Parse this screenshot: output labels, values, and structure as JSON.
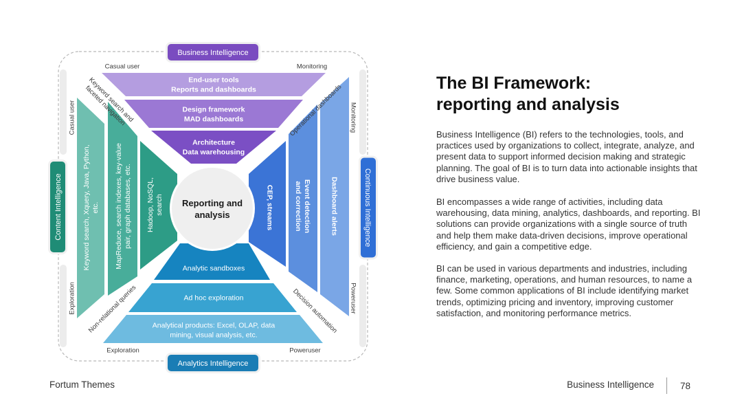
{
  "slide": {
    "title_line1": "The BI Framework:",
    "title_line2": "reporting and analysis",
    "paragraphs": [
      "Business Intelligence (BI) refers to the technologies, tools, and practices used by organizations to collect, integrate, analyze, and present data to support informed decision making and strategic planning. The goal of BI is to turn data into actionable insights that drive business value.",
      "BI encompasses a wide range of activities, including data warehousing, data mining, analytics, dashboards, and reporting. BI solutions can provide organizations with a single source of truth and help them make data-driven decisions, improve operational efficiency, and gain a competitive edge.",
      "BI can be used in various departments and industries, including finance, marketing, operations, and human resources, to name a few. Some common applications of BI include identifying market trends, optimizing pricing and inventory, improving customer satisfaction, and monitoring performance metrics."
    ],
    "footer_left": "Fortum Themes",
    "footer_right": "Business Intelligence",
    "page_number": "78"
  },
  "diagram": {
    "center_label": [
      "Reporting and",
      "analysis"
    ],
    "badges": {
      "top": "Business Intelligence",
      "bottom": "Analytics Intelligence",
      "left": "Content Intelligence",
      "right": "Continuous Intelligence"
    },
    "corner_labels": {
      "top_left": "Casual user",
      "top_right": "Monitoring",
      "bottom_left": "Exploration",
      "bottom_right": "Poweruser",
      "left_top": "Casual user",
      "left_bottom": "Exploration",
      "right_top": "Monitoring",
      "right_bottom": "Poweruser"
    },
    "diagonal_labels": {
      "top_left": [
        "Keyword search and",
        "faceted navigation"
      ],
      "top_right": "Operational dashboards",
      "bottom_left": "Non-relational queries",
      "bottom_right": "Decision automation"
    },
    "top_bands": [
      {
        "lines": [
          "End-user tools",
          "Reports and dashboards"
        ]
      },
      {
        "lines": [
          "Design framework",
          "MAD dashboards"
        ]
      },
      {
        "lines": [
          "Architecture",
          "Data warehousing"
        ]
      }
    ],
    "bottom_bands": [
      {
        "lines": [
          "Analytic sandboxes"
        ]
      },
      {
        "lines": [
          "Ad hoc exploration"
        ]
      },
      {
        "lines": [
          "Analytical products: Excel, OLAP, data",
          "mining, visual analysis, etc."
        ]
      }
    ],
    "left_bands": [
      {
        "lines": [
          "Keyword search, Xquery, Java, Python,",
          "etc."
        ]
      },
      {
        "lines": [
          "MapReduce, search indexes, key-value",
          "pair, graph databases, etc."
        ]
      },
      {
        "lines": [
          "Hadoop, NoSQL,",
          "search"
        ]
      }
    ],
    "right_bands": [
      {
        "lines": [
          "Dashboard alerts"
        ]
      },
      {
        "lines": [
          "Event detection",
          "and correction"
        ]
      },
      {
        "lines": [
          "CEP, streams"
        ]
      }
    ],
    "colors": {
      "purple_1": "#b49de0",
      "purple_2": "#9b78d4",
      "purple_3": "#7b4fc4",
      "teal_1": "#6fbfb0",
      "teal_2": "#48ad9a",
      "teal_3": "#2d9c86",
      "blue_bottom_1": "#1684c0",
      "blue_bottom_2": "#38a3d1",
      "blue_bottom_3": "#6ebbe0",
      "blue_right_1": "#7aa6e6",
      "blue_right_2": "#5c8fde",
      "blue_right_3": "#3b74d6",
      "badge_top": "#7a4cc0",
      "badge_bottom": "#1a7db5",
      "badge_left": "#1f8c76",
      "badge_right": "#2f6fd6",
      "center_fill": "#efefef"
    }
  }
}
